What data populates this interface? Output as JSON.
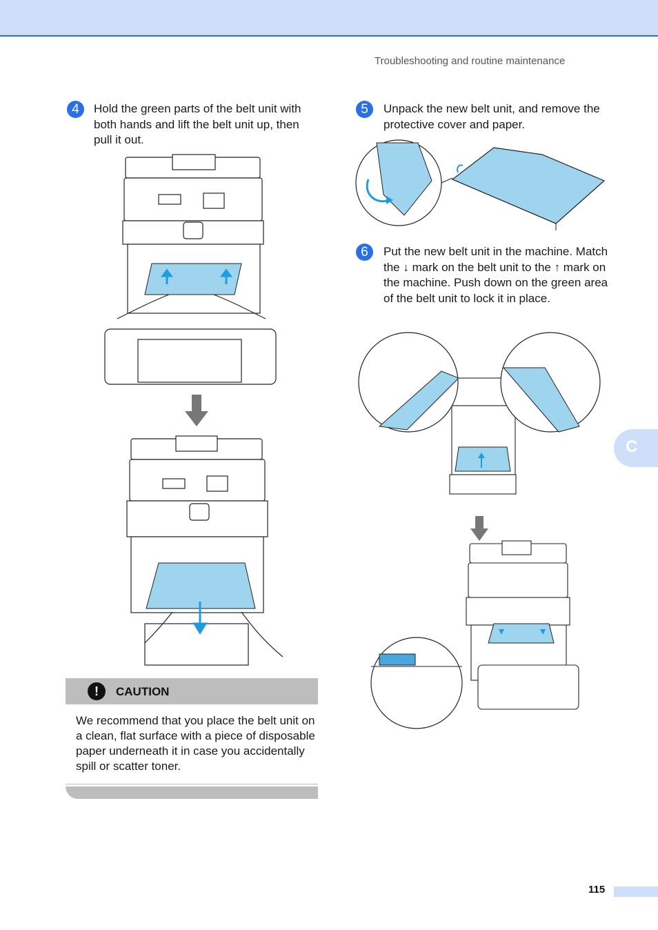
{
  "header": {
    "running_title": "Troubleshooting and routine maintenance"
  },
  "steps": [
    {
      "number": "4",
      "text": "Hold the green parts of the belt unit with both hands and lift the belt unit up, then pull it out."
    },
    {
      "number": "5",
      "text": "Unpack the new belt unit, and remove the protective cover and paper."
    },
    {
      "number": "6",
      "text": "Put the new belt unit in the machine. Match the ↓ mark on the belt unit to the ↑ mark on the machine. Push down on the green area of the belt unit to lock it in place."
    }
  ],
  "caution": {
    "label": "CAUTION",
    "icon": "exclamation-icon",
    "body": "We recommend that you place the belt unit on a clean, flat surface with a piece of disposable paper underneath it in case you accidentally spill or scatter toner."
  },
  "side_tab": {
    "letter": "C"
  },
  "footer": {
    "page_number": "115"
  },
  "colors": {
    "header_band": "#cfdffa",
    "header_rule": "#2f6fe0",
    "step_badge": "#2b6fe6",
    "belt_blue": "#9fd4ef",
    "arrow_blue": "#1f9be0",
    "caution_gray": "#bdbdbd"
  }
}
